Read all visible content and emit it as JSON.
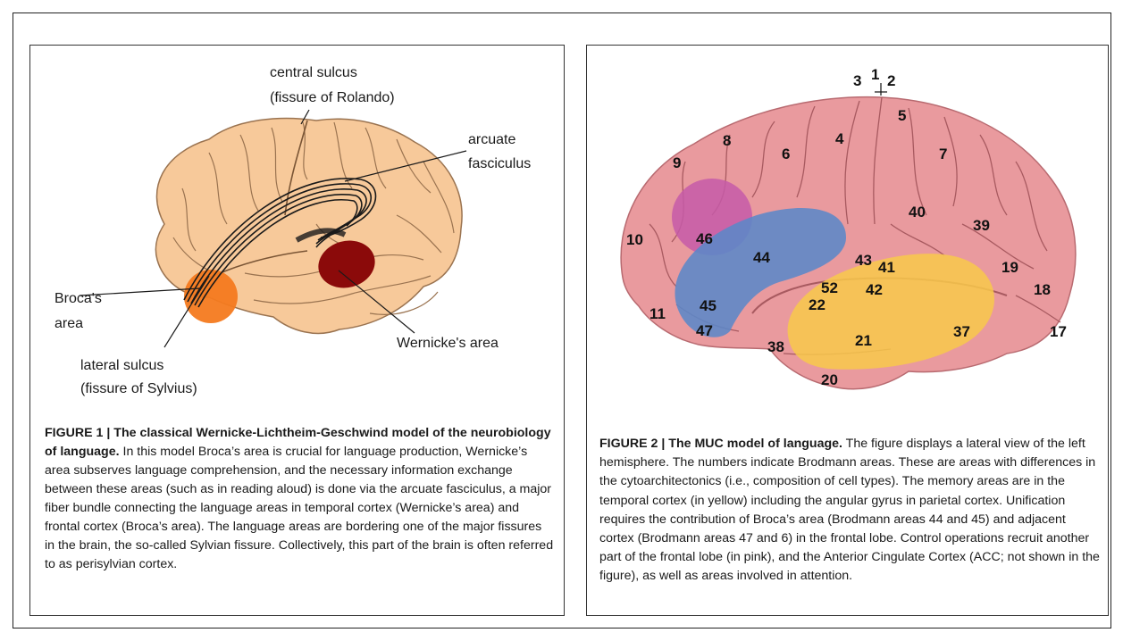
{
  "figure1": {
    "labels": {
      "central_sulcus": "central sulcus",
      "central_sulcus_alt": "(fissure of Rolando)",
      "arcuate": "arcuate",
      "fasciculus": "fasciculus",
      "broca_1": "Broca's",
      "broca_2": "area",
      "wernicke": "Wernicke's area",
      "lateral_sulcus": "lateral sulcus",
      "lateral_sulcus_alt": "(fissure of Sylvius)"
    },
    "caption_bold": "FIGURE 1 | The classical Wernicke-Lichtheim-Geschwind model of the neurobiology of language.",
    "caption_text": " In this model Broca’s area is crucial for language production, Wernicke’s area subserves language comprehension, and the necessary information exchange between these areas (such as in reading aloud) is done via the arcuate fasciculus, a major fiber bundle connecting the language areas in temporal cortex (Wernicke’s area) and frontal cortex (Broca’s area). The language areas are bordering one of the major fissures in the brain, the so-called Sylvian fissure. Collectively, this part of the brain is often referred to as perisylvian cortex."
  },
  "figure2": {
    "brodmann": {
      "a3": "3",
      "a1": "1",
      "a2": "2",
      "a5": "5",
      "a8": "8",
      "a4": "4",
      "a6": "6",
      "a7": "7",
      "a9": "9",
      "a40": "40",
      "a39": "39",
      "a10": "10",
      "a46": "46",
      "a44": "44",
      "a43": "43",
      "a41": "41",
      "a19": "19",
      "a52": "52",
      "a42": "42",
      "a18": "18",
      "a45": "45",
      "a22": "22",
      "a11": "11",
      "a47": "47",
      "a38": "38",
      "a21": "21",
      "a37": "37",
      "a17": "17",
      "a20": "20"
    },
    "caption_bold": "FIGURE 2 | The MUC model of language.",
    "caption_text": " The figure displays a lateral view of the left hemisphere. The numbers indicate Brodmann areas. These are areas with differences in the cytoarchitectonics (i.e., composition of cell types). The memory areas are in the temporal cortex (in yellow) including the angular gyrus in parietal cortex. Unification requires the contribution of Broca’s area (Brodmann areas 44 and 45) and adjacent cortex (Brodmann areas 47 and 6) in the frontal lobe. Control operations recruit another part of the frontal lobe (in pink), and the Anterior Cingulate Cortex (ACC; not shown in the figure), as well as areas involved in attention."
  },
  "colors": {
    "brain_tan": "#f7c99a",
    "broca_orange": "#f47a1f",
    "wernicke_red": "#8b0a0a",
    "brain_pink": "#e99a9e",
    "memory_yellow": "#f8c94a",
    "unification_blue": "#5b87c8",
    "control_pink": "#c55aa8"
  }
}
